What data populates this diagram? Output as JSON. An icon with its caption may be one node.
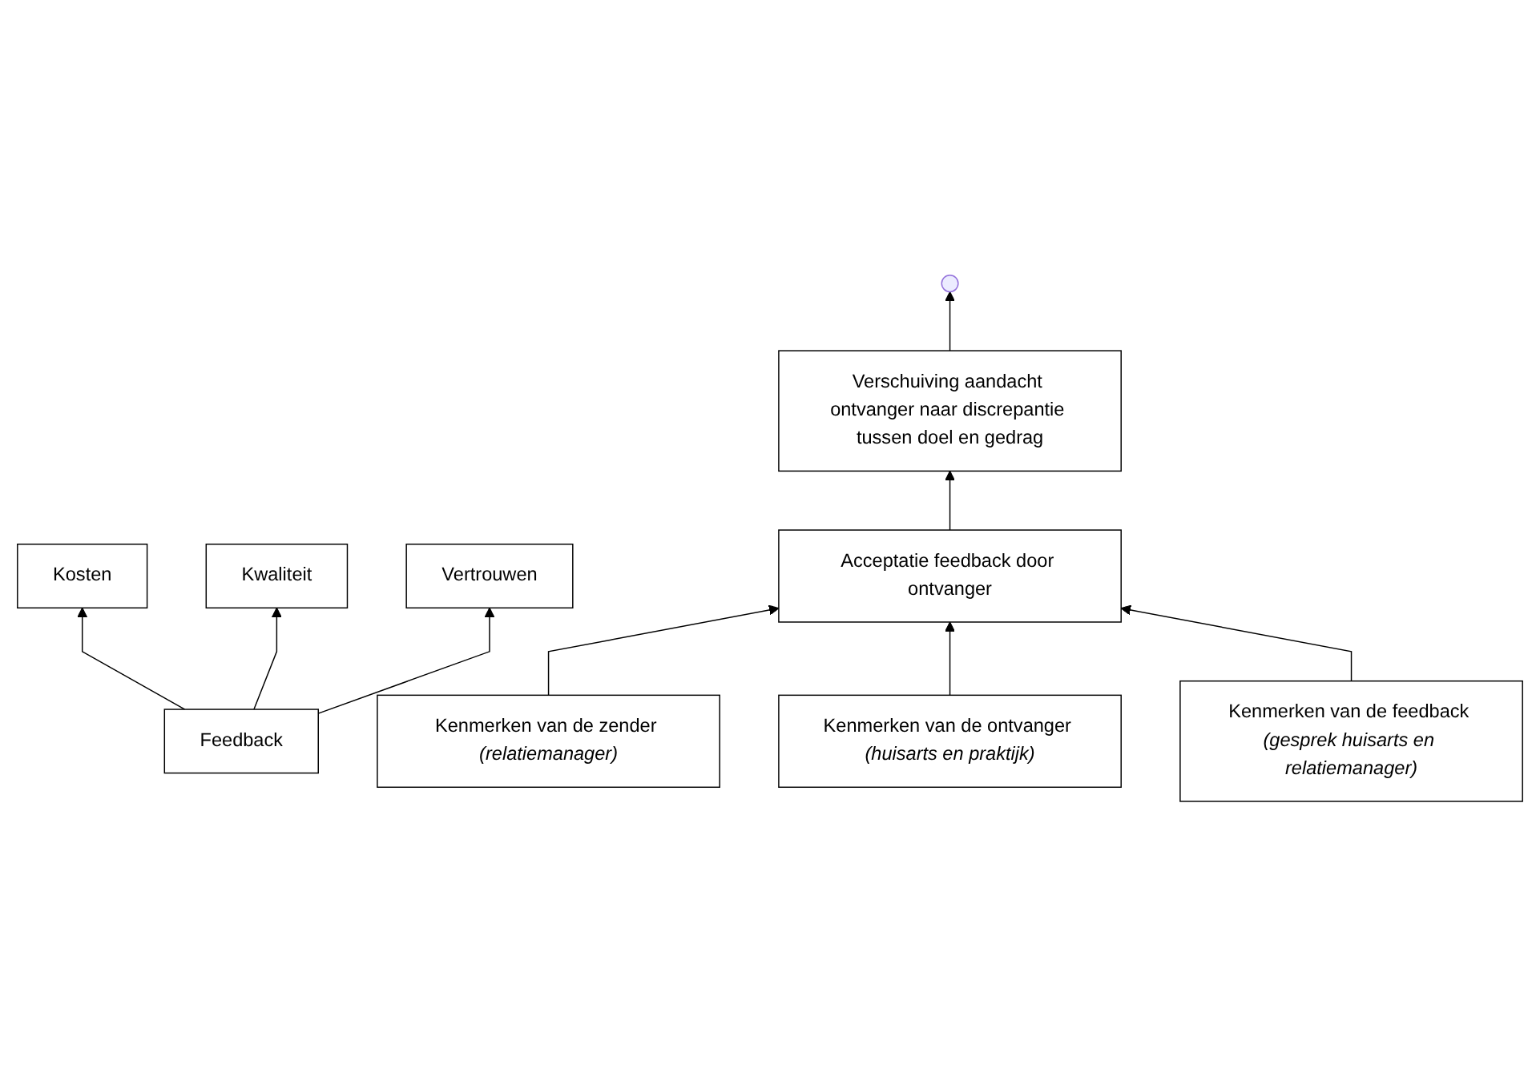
{
  "diagram": {
    "nodes": [
      {
        "text": [
          "Feedback"
        ]
      },
      {
        "text": [
          "Kosten"
        ]
      },
      {
        "text": [
          "Kwaliteit"
        ]
      },
      {
        "text": [
          "Vertrouwen"
        ]
      },
      {
        "text": [
          "Verschuiving aandacht ontvanger naar discrepantie tussen doel en gedrag"
        ]
      },
      {
        "text": [
          "Acceptatie feedback door ontvanger"
        ]
      },
      {
        "text": [
          "Kenmerken van de zender *(relatiemanager)*"
        ]
      },
      {
        "text": [
          "Kenmerken van de ontvanger *(huisarts en praktijk)*"
        ]
      },
      {
        "text": [
          "Kenmerken van de feedback *(gesprek huisarts en relatiemanager)*"
        ]
      }
    ],
    "edges": [
      {
        "from": 0,
        "to": 1,
        "arrow": "to"
      },
      {
        "from": 0,
        "to": 2,
        "arrow": "to"
      },
      {
        "from": 0,
        "to": 3,
        "arrow": "to"
      },
      {
        "from": 4,
        "to": null,
        "arrow": "to"
      },
      {
        "from": 5,
        "to": 4,
        "arrow": "to"
      },
      {
        "from": 6,
        "to": 5,
        "arrow": "to"
      },
      {
        "from": 7,
        "to": 5,
        "arrow": "to"
      },
      {
        "from": 8,
        "to": 5,
        "arrow": "to"
      }
    ]
  }
}
